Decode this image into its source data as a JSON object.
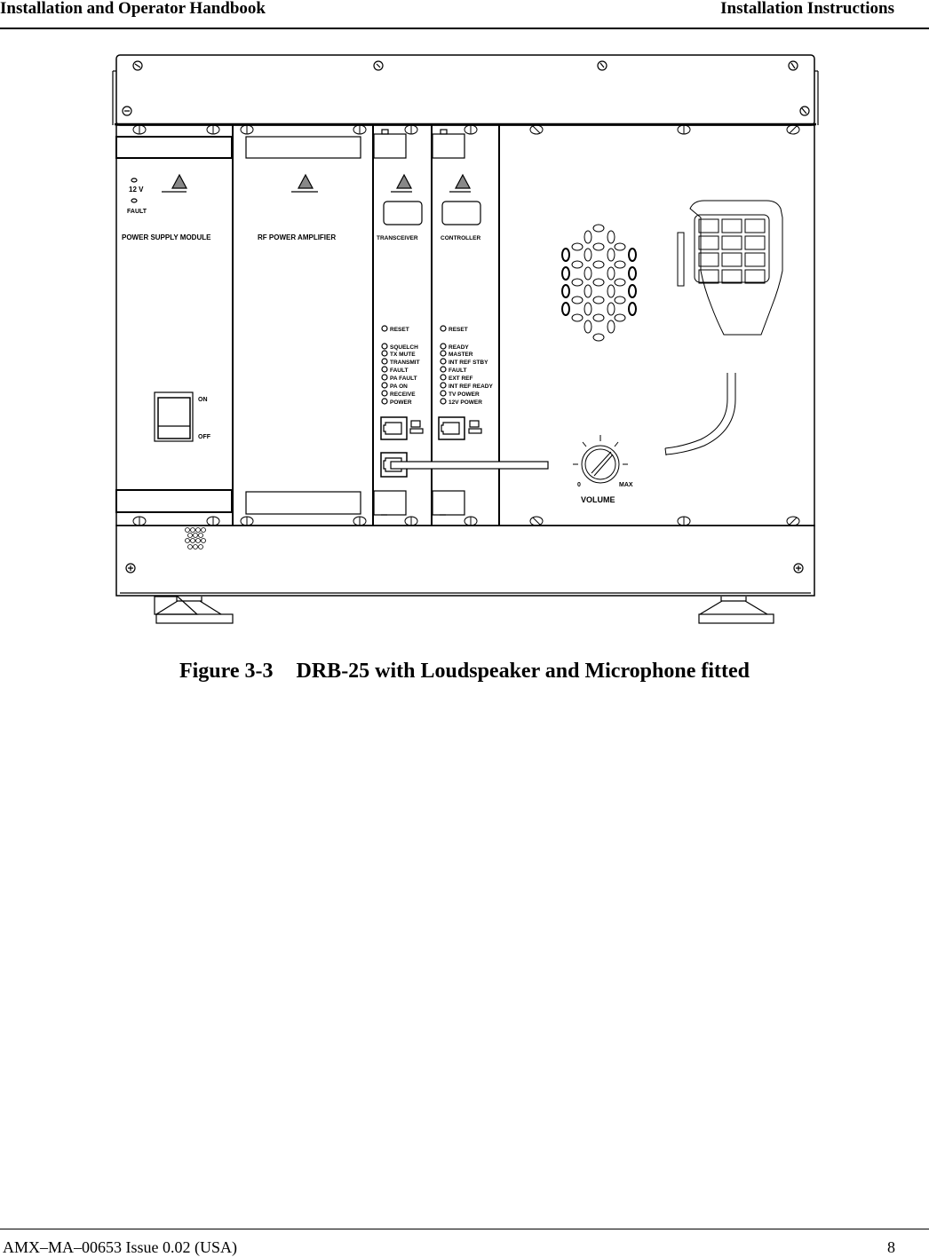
{
  "header": {
    "left_title": "Installation and Operator Handbook",
    "right_title": "Installation Instructions"
  },
  "figure": {
    "number": "Figure 3-3",
    "caption": "DRB-25 with Loudspeaker and Microphone fitted",
    "modules": {
      "power_supply": {
        "label": "POWER SUPPLY MODULE",
        "led_12v": "12 V",
        "led_fault": "FAULT",
        "switch_on": "ON",
        "switch_off": "OFF"
      },
      "rf_amplifier": {
        "label": "RF POWER AMPLIFIER"
      },
      "transceiver": {
        "label": "TRANSCEIVER",
        "reset": "RESET",
        "leds": [
          "SQUELCH",
          "TX MUTE",
          "TRANSMIT",
          "FAULT",
          "PA FAULT",
          "PA ON",
          "RECEIVE",
          "POWER"
        ]
      },
      "controller": {
        "label": "CONTROLLER",
        "reset": "RESET",
        "leds": [
          "READY",
          "MASTER",
          "INT REF STBY",
          "FAULT",
          "EXT REF",
          "INT REF READY",
          "TV POWER",
          "12V POWER"
        ]
      },
      "speaker_panel": {
        "volume_label": "VOLUME",
        "volume_min": "0",
        "volume_max": "MAX"
      }
    }
  },
  "footer": {
    "document_id": "AMX–MA–00653 Issue 0.02 (USA)",
    "page_number": "8"
  }
}
